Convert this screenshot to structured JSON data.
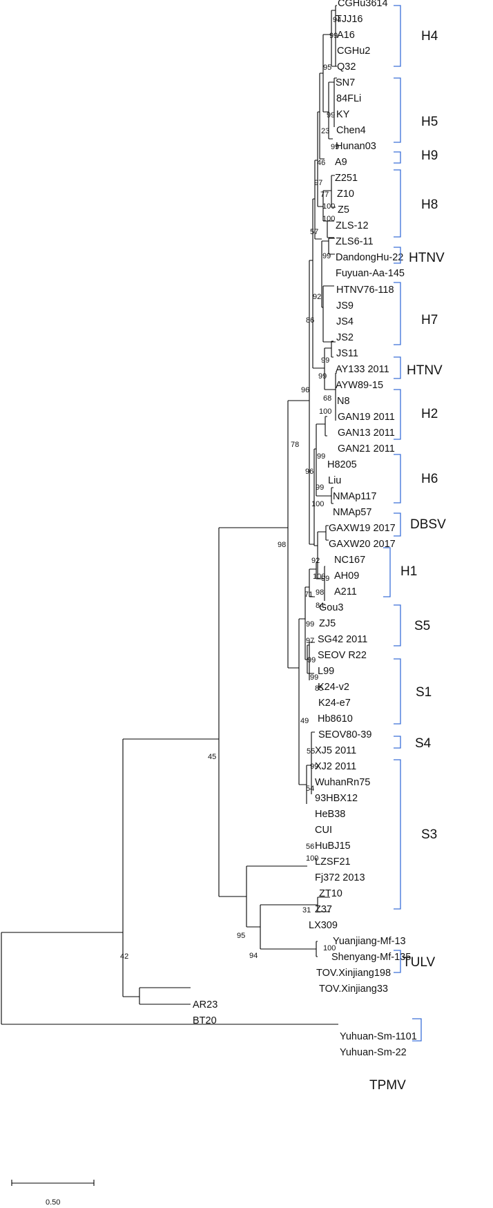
{
  "leaves": [
    "CGHu3614",
    "TJJ16",
    "A16",
    "CGHu2",
    "Q32",
    "SN7",
    "84FLi",
    "KY",
    "Chen4",
    "Hunan03",
    "A9",
    "Z251",
    "Z10",
    "Z5",
    "ZLS-12",
    "ZLS6-11",
    "DandongHu-22",
    "Fuyuan-Aa-145",
    "HTNV76-118",
    "JS9",
    "JS4",
    "JS2",
    "JS11",
    "AY133 2011",
    "AYW89-15",
    "N8",
    "GAN19 2011",
    "GAN13 2011",
    "GAN21 2011",
    "H8205",
    "Liu",
    "NMAp117",
    "NMAp57",
    "GAXW19 2017",
    "GAXW20 2017",
    "NC167",
    "AH09",
    "A211",
    "Gou3",
    "ZJ5",
    "SG42 2011",
    "SEOV R22",
    "L99",
    "K24-v2",
    "K24-e7",
    "Hb8610",
    "SEOV80-39",
    "XJ5 2011",
    "XJ2 2011",
    "WuhanRn75",
    "93HBX12",
    "HeB38",
    "CUI",
    "HuBJ15",
    "LZSF21",
    "Fj372 2013",
    "ZT10",
    "Z37",
    "LX309",
    "Yuanjiang-Mf-13",
    "Shenyang-Mf-135",
    "TOV.Xinjiang198",
    "TOV.Xinjiang33",
    "AR23",
    "BT20",
    "Yuhuan-Sm-1101",
    "Yuhuan-Sm-22"
  ],
  "clades": [
    "H4",
    "H5",
    "H9",
    "H8",
    "HTNV",
    "H7",
    "HTNV",
    "H2",
    "H6",
    "DBSV",
    "H1",
    "S5",
    "S1",
    "S4",
    "S3",
    "TULV",
    "TPMV"
  ],
  "bootstraps": [
    "94",
    "99",
    "95",
    "23",
    "99",
    "99",
    "46",
    "97",
    "77",
    "100",
    "100",
    "57",
    "99",
    "92",
    "86",
    "99",
    "96",
    "99",
    "68",
    "100",
    "78",
    "99",
    "96",
    "99",
    "100",
    "92",
    "100",
    "98",
    "99",
    "98",
    "71",
    "84",
    "99",
    "97",
    "99",
    "99",
    "85",
    "49",
    "55",
    "99",
    "54",
    "100",
    "56",
    "31",
    "45",
    "42",
    "95",
    "94",
    "100"
  ],
  "scale_label": "0.50",
  "colors": {
    "branch": "#000000",
    "bracket": "#3a6fd8"
  }
}
